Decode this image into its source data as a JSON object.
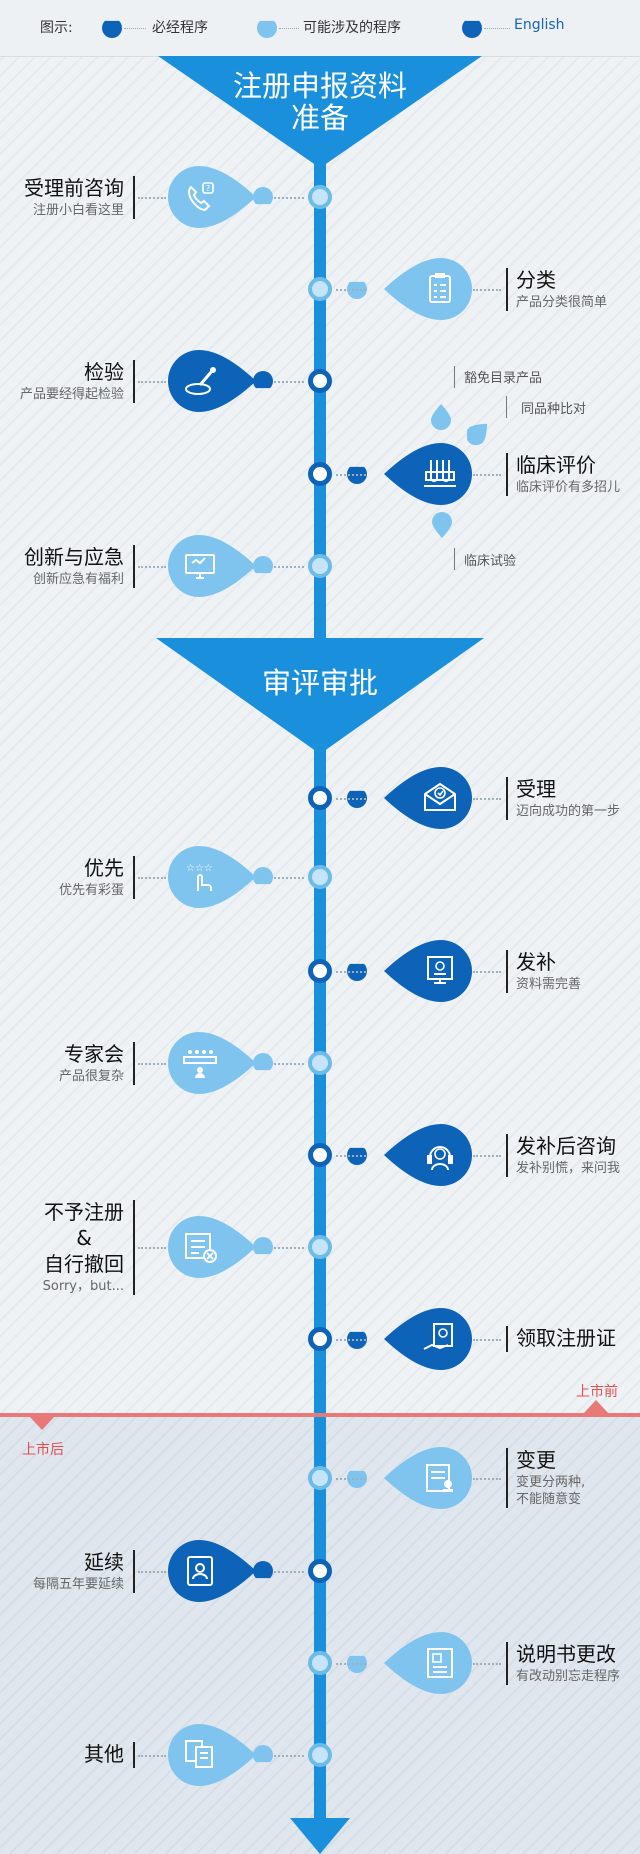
{
  "legend": {
    "label": "图示:",
    "required": "必经程序",
    "possible": "可能涉及的程序",
    "english": "English"
  },
  "colors": {
    "dark": "#0c63b8",
    "light": "#7fc4ee",
    "line": "#1a8fdc",
    "triangle": "#1a8fdc",
    "red": "#e97878"
  },
  "stage1": "注册申报资料\n准备",
  "stage2": "审评审批",
  "market": {
    "before": "上市前",
    "after": "上市后"
  },
  "steps": [
    {
      "id": "consult",
      "title": "受理前咨询",
      "sub": "注册小白看这里",
      "side": "left",
      "type": "light",
      "icon": "phone-icon"
    },
    {
      "id": "classify",
      "title": "分类",
      "sub": "产品分类很简单",
      "side": "right",
      "type": "light",
      "icon": "clipboard-icon"
    },
    {
      "id": "inspect",
      "title": "检验",
      "sub": "产品要经得起检验",
      "side": "left",
      "type": "dark",
      "icon": "pipette-icon"
    },
    {
      "id": "clinical",
      "title": "临床评价",
      "sub": "临床评价有多招儿",
      "side": "right",
      "type": "dark",
      "icon": "test-tubes-icon"
    },
    {
      "id": "innovate",
      "title": "创新与应急",
      "sub": "创新应急有福利",
      "side": "left",
      "type": "light",
      "icon": "monitor-icon"
    },
    {
      "id": "accept",
      "title": "受理",
      "sub": "迈向成功的第一步",
      "side": "right",
      "type": "dark",
      "icon": "envelope-check-icon"
    },
    {
      "id": "priority",
      "title": "优先",
      "sub": "优先有彩蛋",
      "side": "left",
      "type": "light",
      "icon": "hand-stars-icon"
    },
    {
      "id": "supplement",
      "title": "发补",
      "sub": "资料需完善",
      "side": "right",
      "type": "dark",
      "icon": "document-screen-icon"
    },
    {
      "id": "expert",
      "title": "专家会",
      "sub": "产品很复杂",
      "side": "left",
      "type": "light",
      "icon": "meeting-icon"
    },
    {
      "id": "postconsult",
      "title": "发补后咨询",
      "sub": "发补别慌，来问我",
      "side": "right",
      "type": "dark",
      "icon": "headset-icon"
    },
    {
      "id": "reject",
      "title": "不予注册\n&\n自行撤回",
      "sub": "Sorry，but...",
      "side": "left",
      "type": "light",
      "icon": "form-reject-icon"
    },
    {
      "id": "certificate",
      "title": "领取注册证",
      "sub": "",
      "side": "right",
      "type": "dark",
      "icon": "certificate-hand-icon"
    },
    {
      "id": "change",
      "title": "变更",
      "sub": "变更分两种,\n不能随意变",
      "side": "right",
      "type": "light",
      "icon": "stamp-doc-icon"
    },
    {
      "id": "renew",
      "title": "延续",
      "sub": "每隔五年要延续",
      "side": "left",
      "type": "dark",
      "icon": "id-card-icon"
    },
    {
      "id": "manual",
      "title": "说明书更改",
      "sub": "有改动别忘走程序",
      "side": "right",
      "type": "light",
      "icon": "manual-icon"
    },
    {
      "id": "other",
      "title": "其他",
      "sub": "",
      "side": "left",
      "type": "light",
      "icon": "documents-icon"
    }
  ],
  "clinical_options": {
    "exempt": "豁免目录产品",
    "comparison": "同品种比对",
    "trial": "临床试验"
  }
}
